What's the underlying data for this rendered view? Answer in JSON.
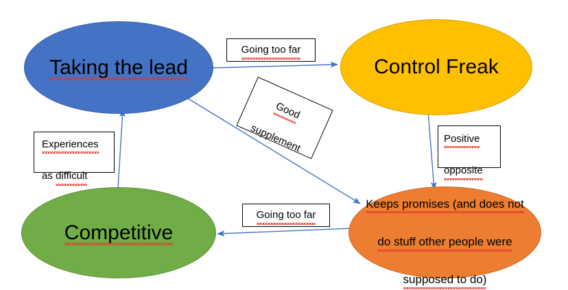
{
  "diagram": {
    "title": "Taking the lead / Control Freak / Competitive / Keeps promises relationship diagram",
    "background": "#ffffff",
    "arrow_color": "#4472C4",
    "nodes": [
      {
        "id": "taking-the-lead",
        "label": "Taking the lead",
        "fill": "#4472C4",
        "stroke": "#3761ab",
        "text_color": "#000000",
        "spellcheck_underline": true
      },
      {
        "id": "control-freak",
        "label": "Control Freak",
        "fill": "#FFC000",
        "stroke": "#d99e00",
        "text_color": "#000000",
        "spellcheck_underline": false
      },
      {
        "id": "competitive",
        "label": "Competitive",
        "fill": "#70AD47",
        "stroke": "#5d9139",
        "text_color": "#000000",
        "spellcheck_underline": true
      },
      {
        "id": "keeps-promises",
        "label_line1": "Keeps promises (and does not",
        "label_line2": "do stuff other people were",
        "label_line3": "supposed to do)",
        "fill": "#ED7D31",
        "stroke": "#cd6520",
        "text_color": "#000000",
        "spellcheck_underline": true
      }
    ],
    "edge_labels": [
      {
        "id": "going-too-far-top",
        "text": "Going too far",
        "from": "taking-the-lead",
        "to": "control-freak",
        "rotated": false
      },
      {
        "id": "good-supplement",
        "line1": "Good",
        "line2": "supplement",
        "from": "taking-the-lead",
        "to": "keeps-promises",
        "rotated": true,
        "rotation_degrees": 24
      },
      {
        "id": "experiences-as-difficult",
        "line1": "Experiences",
        "line2": "as difficult",
        "from": "competitive",
        "to": "taking-the-lead",
        "rotated": false
      },
      {
        "id": "positive-opposite",
        "line1": "Positive",
        "line2": "opposite",
        "from": "control-freak",
        "to": "keeps-promises",
        "rotated": false
      },
      {
        "id": "going-too-far-bottom",
        "text": "Going too far",
        "from": "keeps-promises",
        "to": "competitive",
        "rotated": false
      }
    ]
  }
}
